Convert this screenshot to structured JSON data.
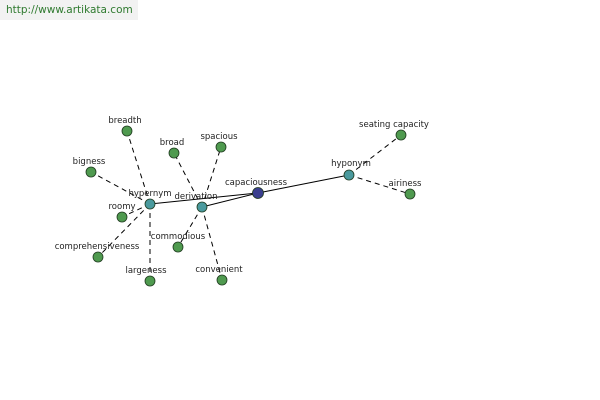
{
  "watermark": {
    "url": "http://www.artikata.com"
  },
  "colors": {
    "root": "#3b3f8f",
    "relation": "#4a9a9e",
    "leaf": "#4f9a4f",
    "node_stroke": "#1f3a1f",
    "edge": "#000000"
  },
  "graph": {
    "root": {
      "id": "capaciousness",
      "label": "capaciousness"
    },
    "relations": [
      {
        "id": "hypernym",
        "label": "hypernym"
      },
      {
        "id": "derivation",
        "label": "derivation"
      },
      {
        "id": "hyponym",
        "label": "hyponym"
      }
    ],
    "leaves": [
      {
        "id": "breadth",
        "label": "breadth",
        "relation": "hypernym"
      },
      {
        "id": "bigness",
        "label": "bigness",
        "relation": "hypernym"
      },
      {
        "id": "roomy",
        "label": "roomy",
        "relation": "hypernym"
      },
      {
        "id": "comprehensiveness",
        "label": "comprehensiveness",
        "relation": "hypernym"
      },
      {
        "id": "largeness",
        "label": "largeness",
        "relation": "hypernym"
      },
      {
        "id": "broad",
        "label": "broad",
        "relation": "derivation"
      },
      {
        "id": "spacious",
        "label": "spacious",
        "relation": "derivation"
      },
      {
        "id": "commodious",
        "label": "commodious",
        "relation": "derivation"
      },
      {
        "id": "convenient",
        "label": "convenient",
        "relation": "derivation"
      },
      {
        "id": "seating-capacity",
        "label": "seating capacity",
        "relation": "hyponym"
      },
      {
        "id": "airiness",
        "label": "airiness",
        "relation": "hyponym"
      }
    ]
  }
}
